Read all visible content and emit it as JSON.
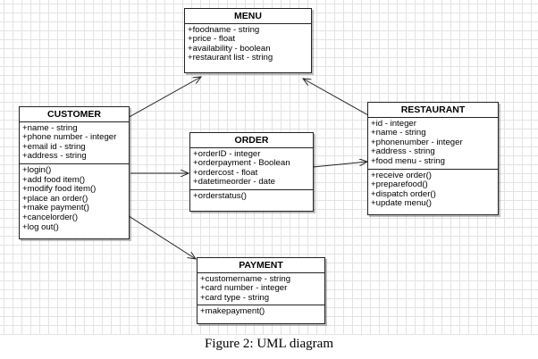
{
  "classes": {
    "menu": {
      "name": "MENU",
      "attributes": [
        "+foodname - string",
        "+price - float",
        "+availability - boolean",
        "+restaurant list - string"
      ],
      "methods": []
    },
    "customer": {
      "name": "CUSTOMER",
      "attributes": [
        "+name - string",
        "+phone number - integer",
        "+email id - string",
        "+address - string"
      ],
      "methods": [
        "+login()",
        "+add food item()",
        "+modify food item()",
        "+place an order()",
        "+make payment()",
        "+cancelorder()",
        "+log out()"
      ]
    },
    "order": {
      "name": "ORDER",
      "attributes": [
        "+orderID - integer",
        "+orderpayment - Boolean",
        "+ordercost - float",
        "+datetimeorder - date"
      ],
      "methods": [
        "+orderstatus()"
      ]
    },
    "restaurant": {
      "name": "RESTAURANT",
      "attributes": [
        "+id - integer",
        "+name - string",
        "+phonenumber - integer",
        "+address - string",
        "+food menu - string"
      ],
      "methods": [
        "+receive order()",
        "+preparefood()",
        "+dispatch order()",
        "+update menu()"
      ]
    },
    "payment": {
      "name": "PAYMENT",
      "attributes": [
        "+customername - string",
        "+card number - integer",
        "+card type - string"
      ],
      "methods": [
        "+makepayment()"
      ]
    }
  },
  "caption": "Figure 2: UML diagram",
  "colors": {
    "line": "#222222",
    "grid": "#e3e3e3",
    "background": "#ffffff"
  }
}
